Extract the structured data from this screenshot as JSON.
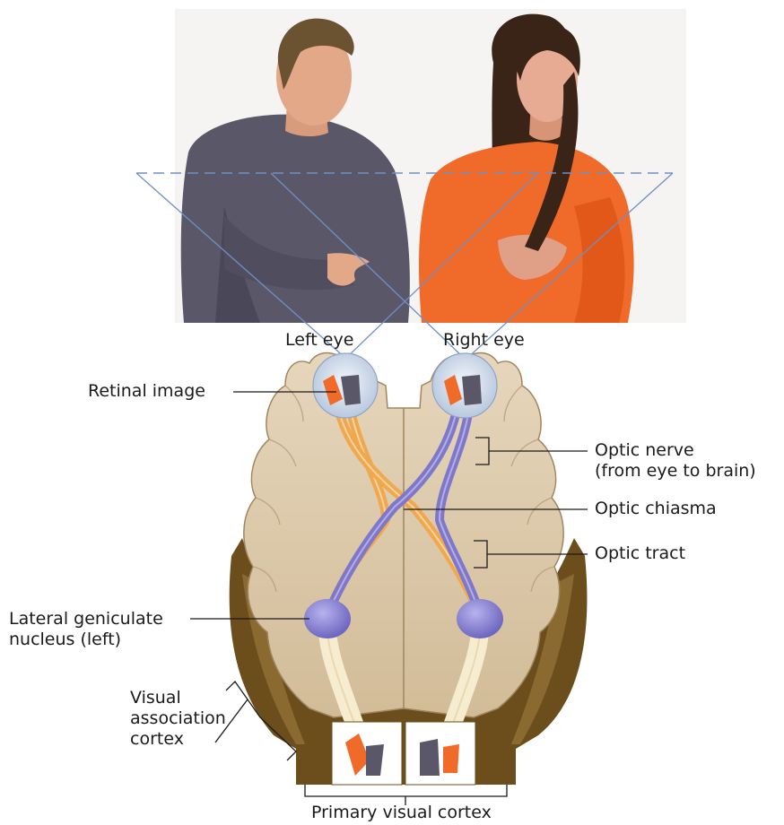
{
  "labels": {
    "left_eye": "Left eye",
    "right_eye": "Right eye",
    "retinal_image": "Retinal image",
    "optic_nerve_line1": "Optic nerve",
    "optic_nerve_line2": "(from eye to brain)",
    "optic_chiasma": "Optic chiasma",
    "optic_tract": "Optic tract",
    "lgn_line1": "Lateral geniculate",
    "lgn_line2": "nucleus (left)",
    "vac_line1": "Visual",
    "vac_line2": "association",
    "vac_line3": "cortex",
    "primary_visual_cortex": "Primary visual cortex"
  },
  "colors": {
    "brain_surface": "#d8c4a6",
    "brain_edge": "#8a6a3a",
    "brain_cut_side": "#6b4e1c",
    "left_pathway": "#f0a850",
    "right_pathway": "#7f78c8",
    "man_shirt": "#5a5868",
    "woman_shirt": "#f06a2a",
    "sight_lines": "#6f8fc8"
  }
}
